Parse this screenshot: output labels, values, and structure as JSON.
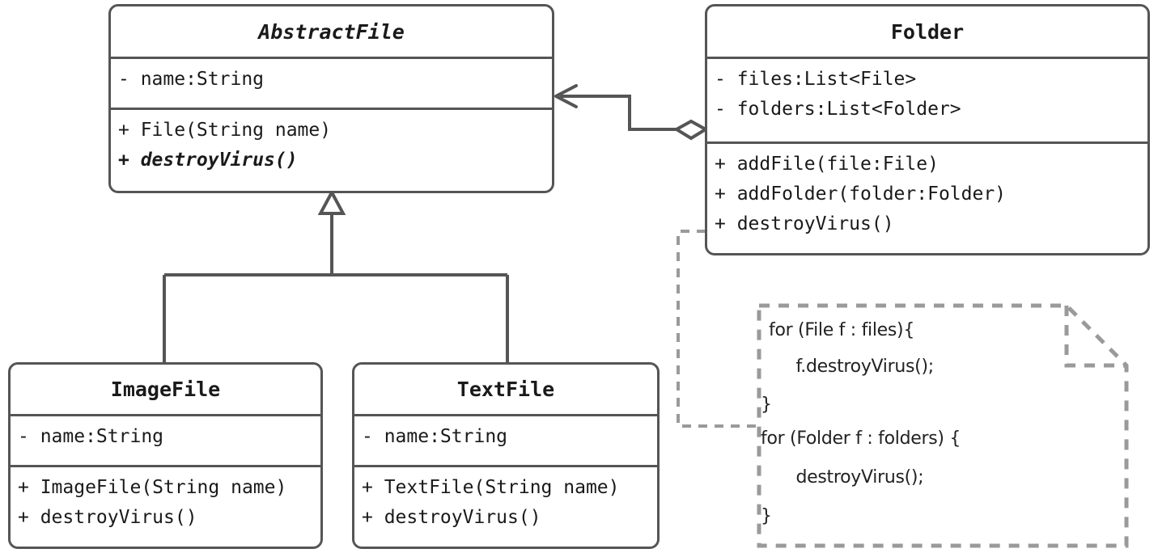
{
  "diagram": {
    "title": "File system composite UML class diagram",
    "stroke_color": "#555555",
    "note_stroke_color": "#9a9a9a",
    "text_color": "#1a1a1a",
    "background": "#ffffff"
  },
  "classes": [
    {
      "id": "abstract-file",
      "name": "AbstractFile",
      "is_abstract": true,
      "attributes": [
        {
          "text": "- name:String",
          "abstract": false
        }
      ],
      "methods": [
        {
          "text": "+ File(String name)",
          "abstract": false
        },
        {
          "text": "+ destroyVirus()",
          "abstract": true
        }
      ]
    },
    {
      "id": "folder",
      "name": "Folder",
      "is_abstract": false,
      "attributes": [
        {
          "text": "- files:List<File>",
          "abstract": false
        },
        {
          "text": "- folders:List<Folder>",
          "abstract": false
        }
      ],
      "methods": [
        {
          "text": "+ addFile(file:File)",
          "abstract": false
        },
        {
          "text": "+ addFolder(folder:Folder)",
          "abstract": false
        },
        {
          "text": "+ destroyVirus()",
          "abstract": false
        }
      ]
    },
    {
      "id": "image-file",
      "name": "ImageFile",
      "is_abstract": false,
      "attributes": [
        {
          "text": "- name:String",
          "abstract": false
        }
      ],
      "methods": [
        {
          "text": "+ ImageFile(String name)",
          "abstract": false
        },
        {
          "text": "+ destroyVirus()",
          "abstract": false
        }
      ]
    },
    {
      "id": "text-file",
      "name": "TextFile",
      "is_abstract": false,
      "attributes": [
        {
          "text": "- name:String",
          "abstract": false
        }
      ],
      "methods": [
        {
          "text": "+ TextFile(String name)",
          "abstract": false
        },
        {
          "text": "+ destroyVirus()",
          "abstract": false
        }
      ]
    }
  ],
  "note": {
    "id": "code-note",
    "lines": [
      "for (File f : files){",
      "     f.destroyVirus();",
      "}",
      "for (Folder f : folders) {",
      "     destroyVirus();",
      "}"
    ]
  },
  "relationships": [
    {
      "id": "aggregation-folder-abstractfile",
      "type": "aggregation",
      "from": "folder",
      "to": "abstract-file",
      "source_decoration": "open-diamond",
      "target_decoration": "open-arrow"
    },
    {
      "id": "generalization-imagefile-abstractfile",
      "type": "generalization",
      "from": "image-file",
      "to": "abstract-file",
      "target_decoration": "hollow-triangle"
    },
    {
      "id": "generalization-textfile-abstractfile",
      "type": "generalization",
      "from": "text-file",
      "to": "abstract-file",
      "target_decoration": "hollow-triangle"
    },
    {
      "id": "note-link-folder",
      "type": "note-anchor",
      "from": "code-note",
      "to": "folder",
      "style": "dashed"
    }
  ]
}
